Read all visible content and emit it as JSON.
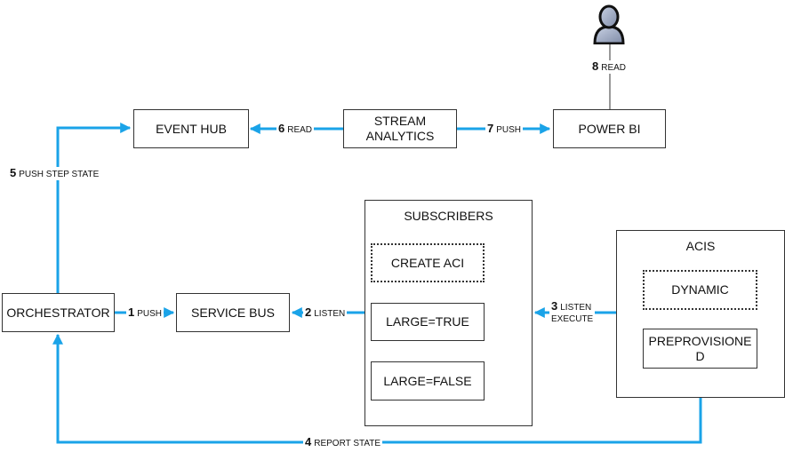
{
  "nodes": {
    "event_hub": "EVENT HUB",
    "stream_analytics_line1": "STREAM",
    "stream_analytics_line2": "ANALYTICS",
    "power_bi": "POWER BI",
    "orchestrator": "ORCHESTRATOR",
    "service_bus": "SERVICE BUS",
    "subscribers": {
      "title": "SUBSCRIBERS",
      "items": [
        "CREATE ACI",
        "LARGE=TRUE",
        "LARGE=FALSE"
      ]
    },
    "acis": {
      "title": "ACIS",
      "items": [
        "DYNAMIC",
        "PREPROVISIONE",
        "D"
      ]
    }
  },
  "edges": [
    {
      "step": "1",
      "label": "PUSH"
    },
    {
      "step": "2",
      "label": "LISTEN"
    },
    {
      "step": "3",
      "label": "LISTEN",
      "label2": "EXECUTE"
    },
    {
      "step": "4",
      "label": "REPORT STATE"
    },
    {
      "step": "5",
      "label": "PUSH STEP STATE"
    },
    {
      "step": "6",
      "label": "READ"
    },
    {
      "step": "7",
      "label": "PUSH"
    },
    {
      "step": "8",
      "label": "READ"
    }
  ],
  "icons": {
    "user": "user-icon"
  },
  "colors": {
    "arrow": "#1aa3e8",
    "line_gray": "#555555",
    "border": "#333333"
  }
}
